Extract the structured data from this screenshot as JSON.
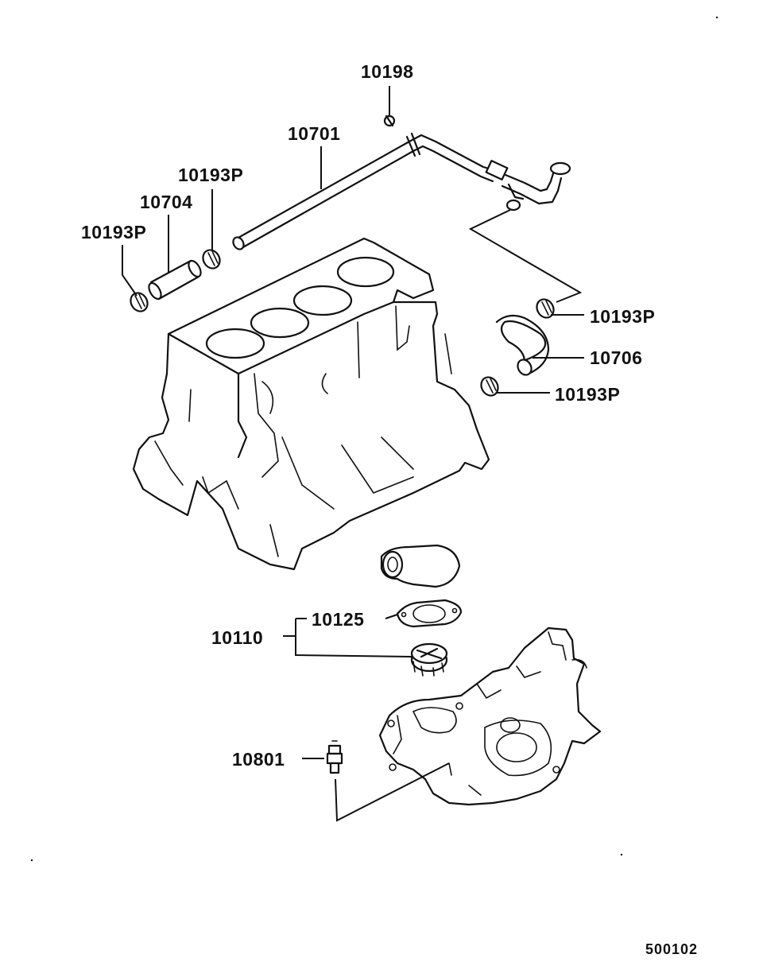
{
  "callouts": {
    "c10198": "10198",
    "c10701": "10701",
    "c10193P_a": "10193P",
    "c10704": "10704",
    "c10193P_b": "10193P",
    "c10193P_c": "10193P",
    "c10706": "10706",
    "c10193P_d": "10193P",
    "c10125": "10125",
    "c10110": "10110",
    "c10801": "10801"
  },
  "diagram_code": "500102"
}
